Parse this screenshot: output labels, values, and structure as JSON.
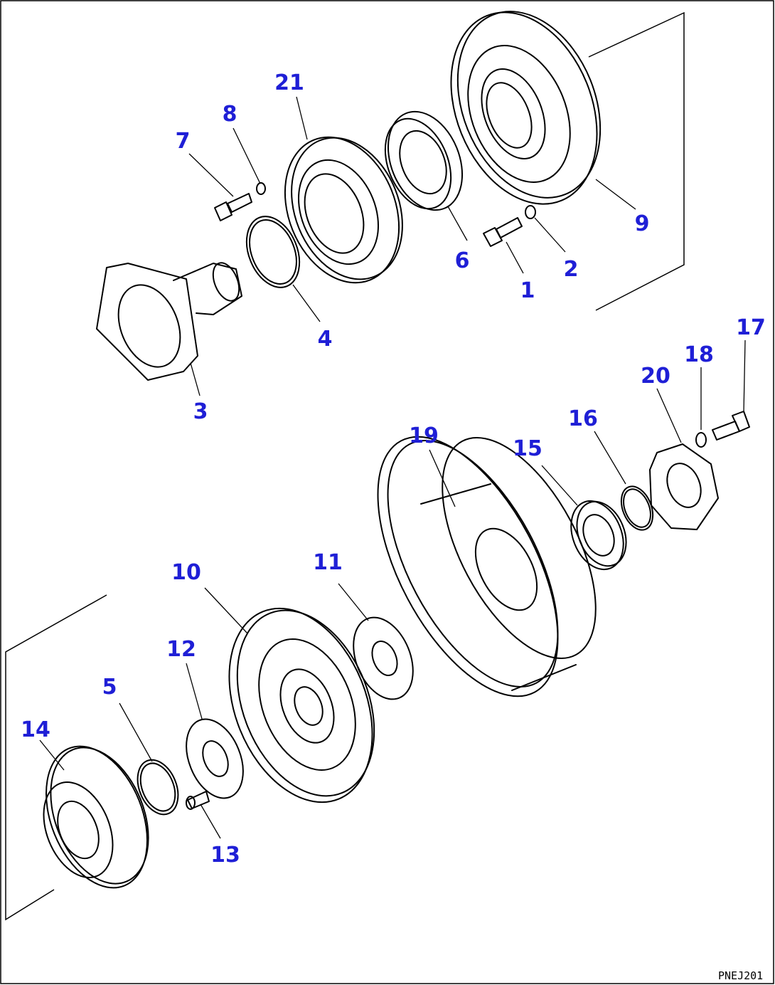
{
  "drawing": {
    "code": "PNEJ201",
    "line_color": "#000000",
    "callout_color": "#1f1fd6",
    "background": "#ffffff"
  },
  "callouts": [
    {
      "id": "1",
      "label": "1"
    },
    {
      "id": "2",
      "label": "2"
    },
    {
      "id": "3",
      "label": "3"
    },
    {
      "id": "4",
      "label": "4"
    },
    {
      "id": "5",
      "label": "5"
    },
    {
      "id": "6",
      "label": "6"
    },
    {
      "id": "7",
      "label": "7"
    },
    {
      "id": "8",
      "label": "8"
    },
    {
      "id": "9",
      "label": "9"
    },
    {
      "id": "10",
      "label": "10"
    },
    {
      "id": "11",
      "label": "11"
    },
    {
      "id": "12",
      "label": "12"
    },
    {
      "id": "13",
      "label": "13"
    },
    {
      "id": "14",
      "label": "14"
    },
    {
      "id": "15",
      "label": "15"
    },
    {
      "id": "16",
      "label": "16"
    },
    {
      "id": "17",
      "label": "17"
    },
    {
      "id": "18",
      "label": "18"
    },
    {
      "id": "19",
      "label": "19"
    },
    {
      "id": "20",
      "label": "20"
    },
    {
      "id": "21",
      "label": "21"
    }
  ]
}
